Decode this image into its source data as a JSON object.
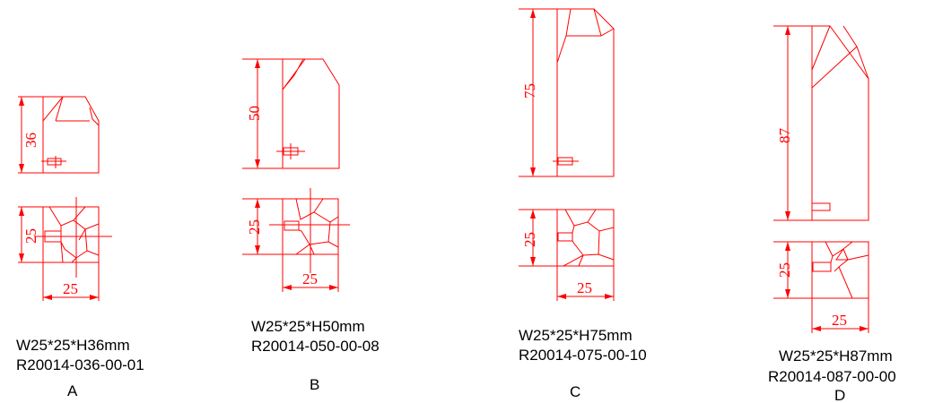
{
  "drawings": [
    {
      "id": "A",
      "height_dim": "36",
      "side_dim": "25",
      "width_dim": "25",
      "size": "W25*25*H36mm",
      "part": "R20014-036-00-01",
      "letter": "A"
    },
    {
      "id": "B",
      "height_dim": "50",
      "side_dim": "25",
      "width_dim": "25",
      "size": "W25*25*H50mm",
      "part": "R20014-050-00-08",
      "letter": "B"
    },
    {
      "id": "C",
      "height_dim": "75",
      "side_dim": "25",
      "width_dim": "25",
      "size": "W25*25*H75mm",
      "part": "R20014-075-00-10",
      "letter": "C"
    },
    {
      "id": "D",
      "height_dim": "87",
      "side_dim": "25",
      "width_dim": "25",
      "size": "W25*25*H87mm",
      "part": "R20014-087-00-00",
      "letter": "D"
    }
  ],
  "colors": {
    "line": "#ff0000",
    "text": "#000000"
  }
}
